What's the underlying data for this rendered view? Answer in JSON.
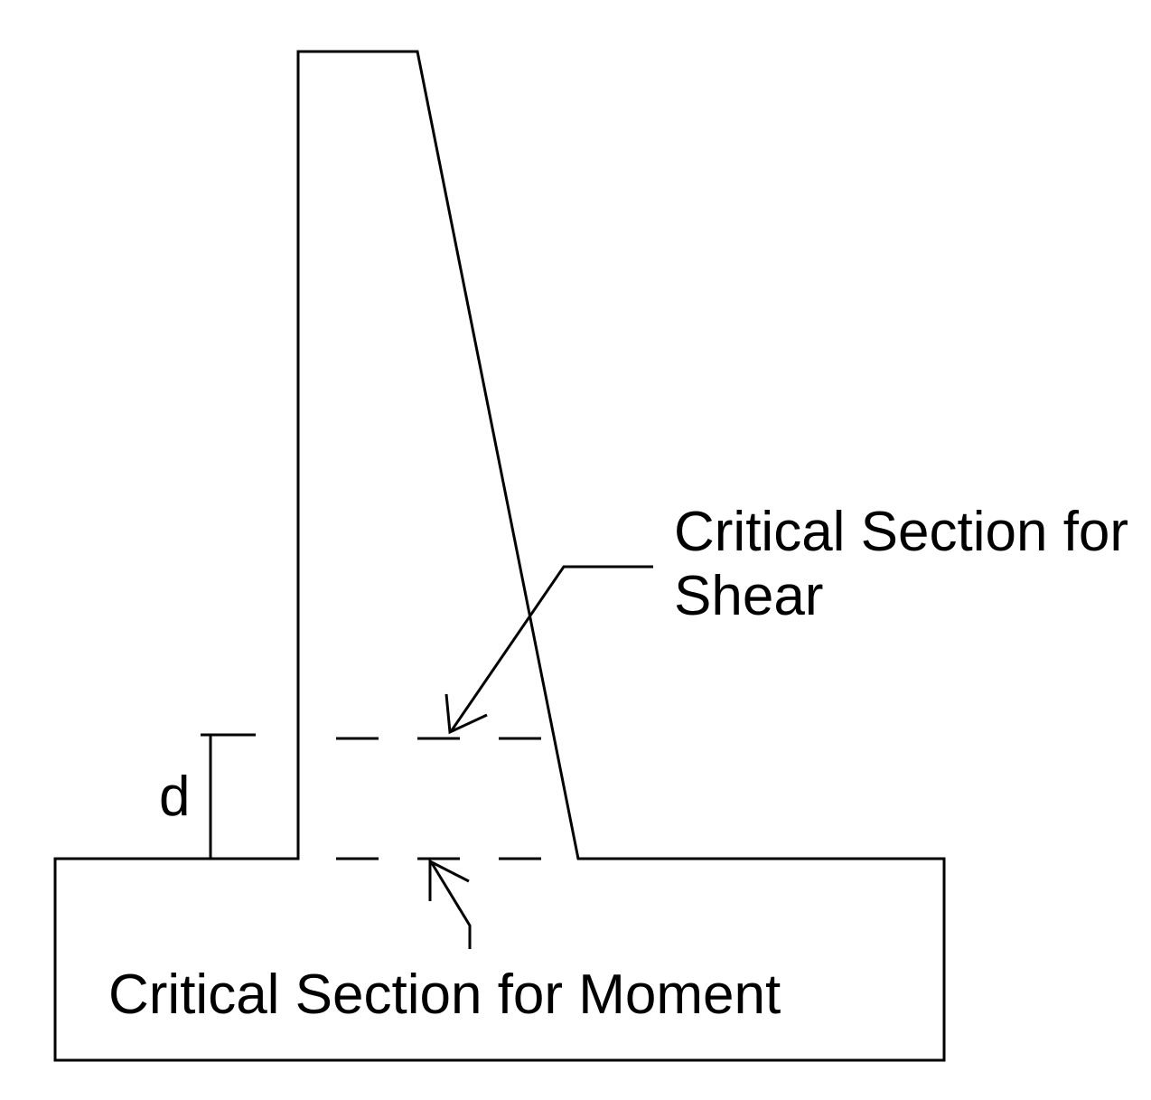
{
  "labels": {
    "shear_line1": "Critical Section for",
    "shear_line2": "Shear",
    "moment": "Critical Section for Moment",
    "depth": "d"
  },
  "colors": {
    "stroke": "#000000",
    "background": "#ffffff"
  }
}
